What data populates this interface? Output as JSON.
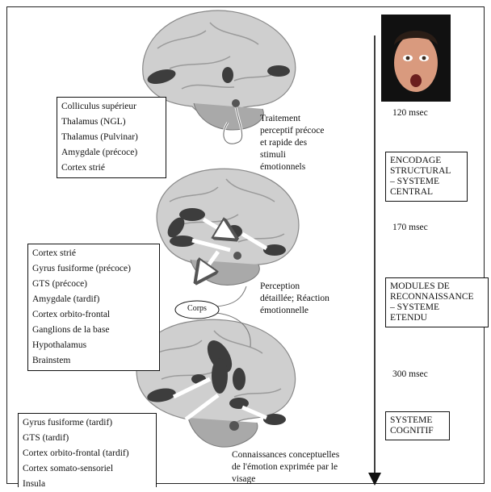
{
  "stage1": {
    "structures": [
      "Colliculus supérieur",
      "Thalamus (NGL)",
      "Thalamus (Pulvinar)",
      "Amygdale (précoce)",
      "Cortex strié"
    ],
    "caption": [
      "Traitement",
      "perceptif précoce",
      "et rapide des",
      "stimuli",
      "émotionnels"
    ]
  },
  "stage2": {
    "structures": [
      "Cortex strié",
      "Gyrus fusiforme (précoce)",
      "GTS (précoce)",
      "Amygdale (tardif)",
      "Cortex orbito-frontal",
      "Ganglions de la base",
      "Hypothalamus",
      "Brainstem"
    ],
    "caption": [
      "Perception",
      "détaillée; Réaction",
      "émotionnelle"
    ],
    "bubble": "Corps"
  },
  "stage3": {
    "structures": [
      "Gyrus fusiforme (tardif)",
      "GTS (tardif)",
      "Cortex orbito-frontal (tardif)",
      "Cortex somato-sensoriel",
      "Insula"
    ],
    "caption": [
      "Connaissances conceptuelles",
      "de l'émotion exprimée par le",
      "visage"
    ]
  },
  "timeline": {
    "times": [
      "120 msec",
      "170 msec",
      "300 msec"
    ],
    "stages": [
      [
        "ENCODAGE",
        "STRUCTURAL",
        "– SYSTEME",
        "CENTRAL"
      ],
      [
        "MODULES DE",
        "RECONNAISSANCE",
        "– SYSTEME",
        "ETENDU"
      ],
      [
        "SYSTEME",
        "COGNITIF"
      ]
    ]
  },
  "colors": {
    "brain": "#c9c9c9",
    "brain_dark": "#8a8a8a",
    "region": "#3d3d3d"
  }
}
